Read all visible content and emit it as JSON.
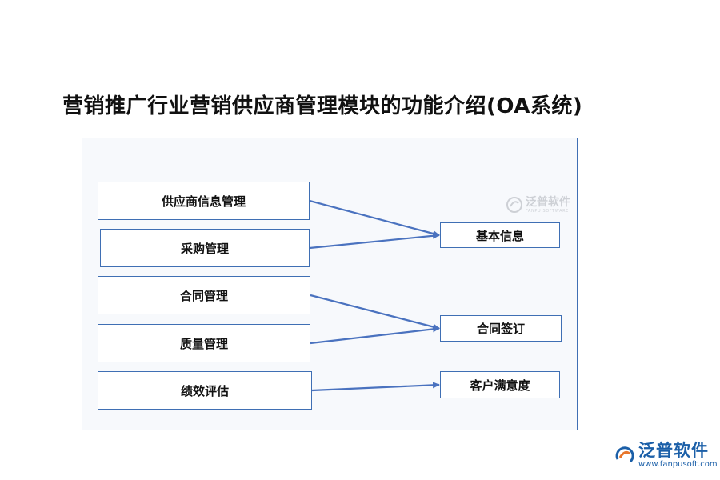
{
  "title": "营销推广行业营销供应商管理模块的功能介绍(OA系统)",
  "left_boxes": [
    {
      "id": "l1",
      "label": "供应商信息管理"
    },
    {
      "id": "l2",
      "label": "采购管理"
    },
    {
      "id": "l3",
      "label": "合同管理"
    },
    {
      "id": "l4",
      "label": "质量管理"
    },
    {
      "id": "l5",
      "label": "绩效评估"
    }
  ],
  "right_boxes": [
    {
      "id": "r1",
      "label": "基本信息"
    },
    {
      "id": "r2",
      "label": "合同签订"
    },
    {
      "id": "r3",
      "label": "客户满意度"
    }
  ],
  "edges": [
    {
      "from": "l1",
      "to": "r1"
    },
    {
      "from": "l2",
      "to": "r1"
    },
    {
      "from": "l3",
      "to": "r2"
    },
    {
      "from": "l4",
      "to": "r2"
    },
    {
      "from": "l5",
      "to": "r3"
    }
  ],
  "watermark": {
    "name": "泛普软件",
    "sub": "FANPU SOFTWARE"
  },
  "logo": {
    "name": "泛普软件",
    "url": "www.fanpusoft.com"
  },
  "colors": {
    "border": "#3f6fb4",
    "arrow": "#4a72bf",
    "brand": "#1b5fa8",
    "brand_accent": "#e8762b"
  }
}
